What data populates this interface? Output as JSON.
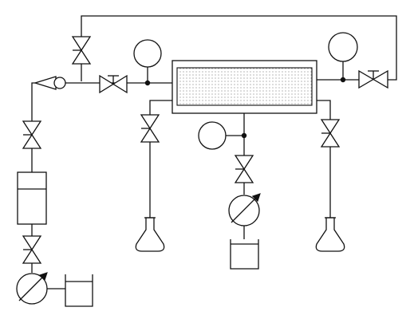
{
  "diagram": {
    "kind": "process-flow schematic",
    "labels": [],
    "colors": {
      "line": "#111111",
      "background": "#ffffff",
      "fill_dots": "#555555"
    },
    "components": {
      "valves": 8,
      "pressure_gauges": 3,
      "flasks": 2,
      "beakers": 2,
      "pumps": 2,
      "check_valve": 1,
      "reservoir_cylinder": 1,
      "packed_column": 1
    }
  }
}
